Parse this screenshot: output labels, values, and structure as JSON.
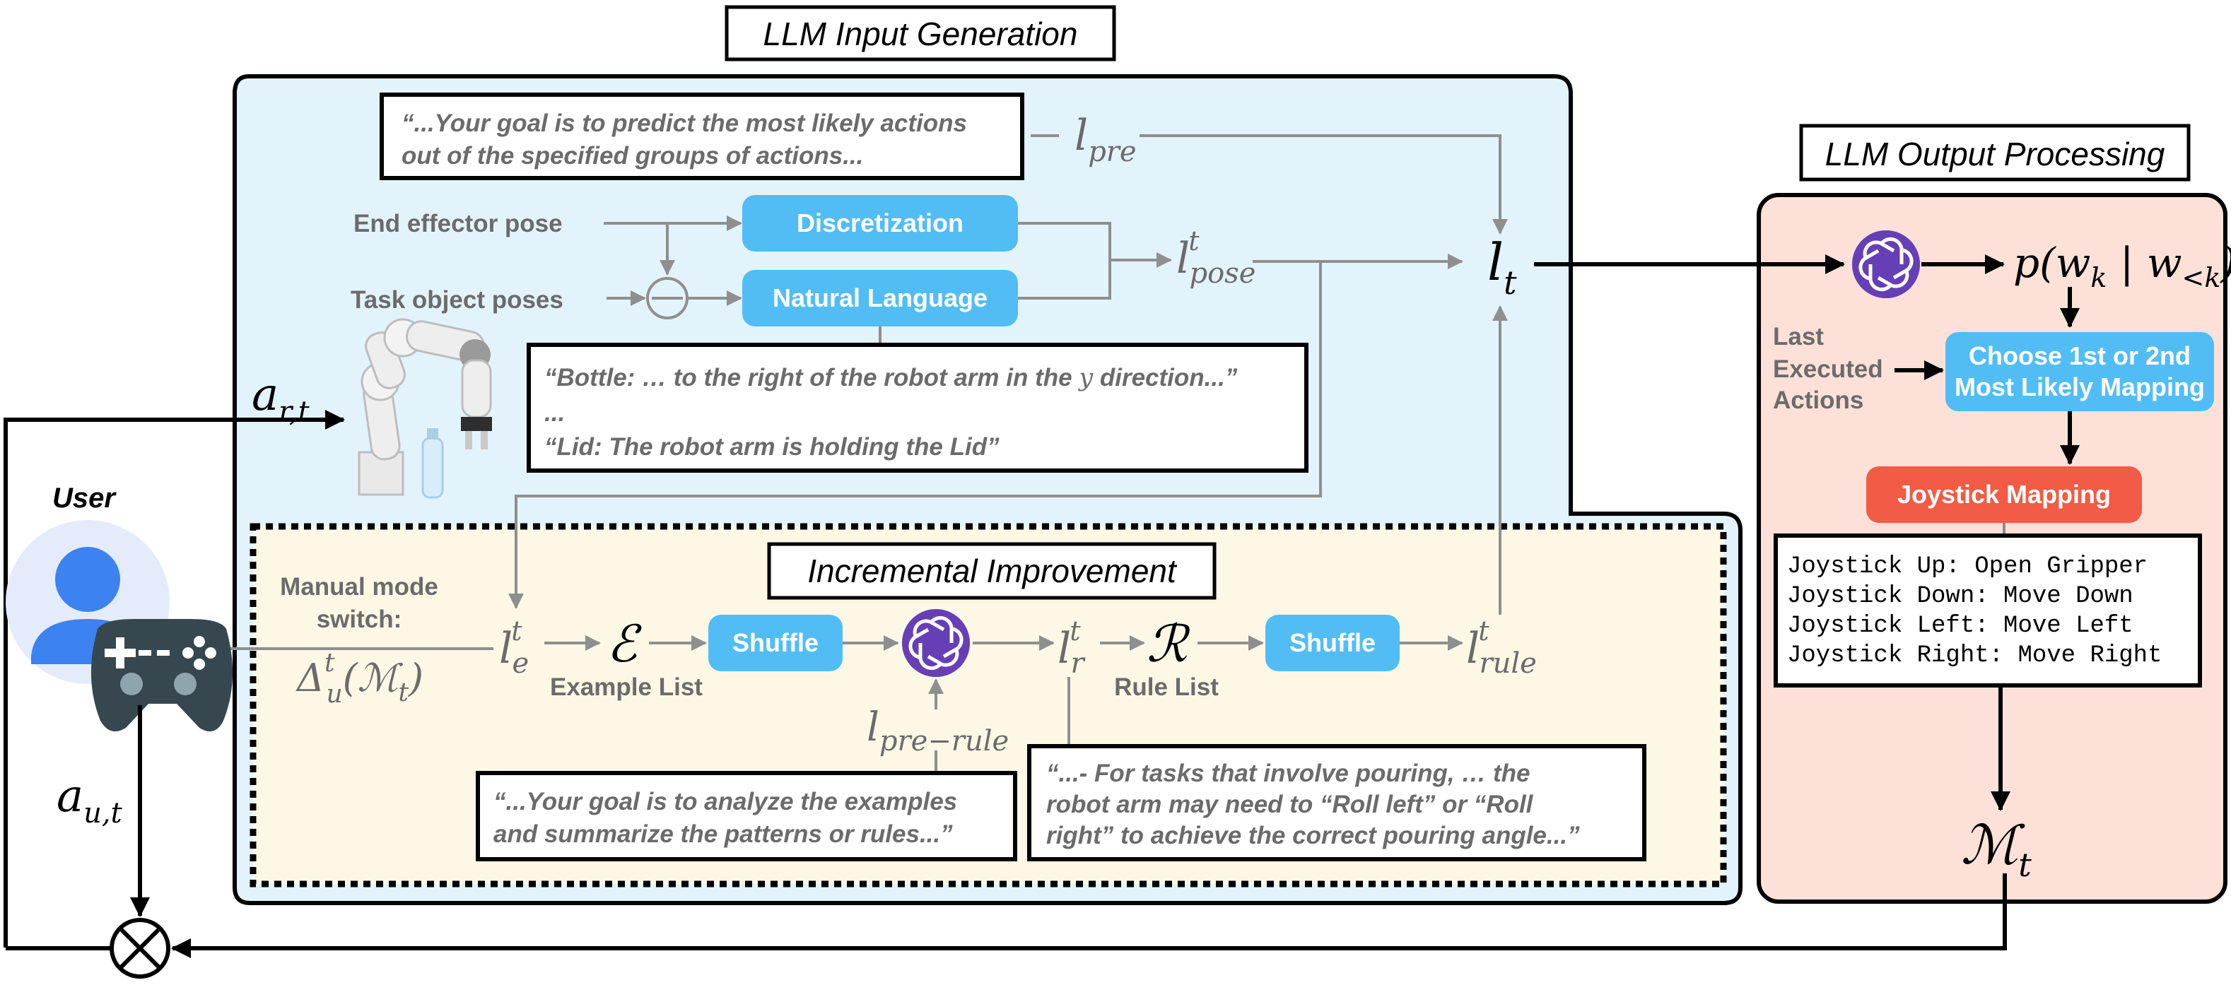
{
  "titles": {
    "input_generation": "LLM Input Generation",
    "output_processing": "LLM Output Processing",
    "incremental": "Incremental Improvement"
  },
  "prompts": {
    "pre_line1": "“...Your goal is to predict the most likely actions",
    "pre_line2": "out of the specified groups of actions...",
    "pose_line1": "“Bottle: … to the right of the robot arm in the",
    "pose_y": "y",
    "pose_line1_end": "direction...”",
    "pose_line2": "...",
    "pose_line3": "“Lid: The robot arm is holding the Lid”",
    "rule_pre_line1": "“...Your goal is to analyze the examples",
    "rule_pre_line2": "and summarize the patterns or rules...”",
    "rule_line1": "“...- For tasks that involve pouring, … the",
    "rule_line2": "robot arm may need to “Roll left” or “Roll",
    "rule_line3": "right” to achieve the correct pouring angle...”"
  },
  "labels": {
    "end_effector": "End effector pose",
    "task_objects": "Task object poses",
    "discretization": "Discretization",
    "natural_language": "Natural Language",
    "manual_switch_1": "Manual mode",
    "manual_switch_2": "switch:",
    "example_list": "Example List",
    "rule_list": "Rule List",
    "shuffle": "Shuffle",
    "user": "User",
    "last_executed_1": "Last",
    "last_executed_2": "Executed",
    "last_executed_3": "Actions",
    "choose_1": "Choose 1st or 2nd",
    "choose_2": "Most Likely Mapping",
    "joystick_mapping": "Joystick Mapping"
  },
  "mapping_table": [
    "Joystick Up: Open Gripper",
    "Joystick Down: Move Down",
    "Joystick Left: Move Left",
    "Joystick Right: Move Right"
  ],
  "symbols": {
    "l_pre": "l",
    "l_pre_sub": "pre",
    "l_pose": "l",
    "l_pose_sup": "t",
    "l_pose_sub": "pose",
    "l_t": "l",
    "l_t_sub": "t",
    "l_e": "l",
    "l_e_sup": "t",
    "l_e_sub": "e",
    "E": "ℰ",
    "l_r": "l",
    "l_r_sup": "t",
    "l_r_sub": "r",
    "R": "ℛ",
    "l_rule": "l",
    "l_rule_sup": "t",
    "l_rule_sub": "rule",
    "l_pre_rule": "l",
    "l_pre_rule_sub": "pre−rule",
    "delta": "Δ",
    "delta_sup": "t",
    "delta_sub": "u",
    "delta_arg": "(ℳ",
    "delta_arg_sub": "t",
    "delta_close": ")",
    "a_r": "a",
    "a_r_sub": "r,t",
    "a_u": "a",
    "a_u_sub": "u,t",
    "prob": "p(w",
    "prob_sub1": "k",
    "prob_mid": " | w",
    "prob_sub2": "<k",
    "prob_close": ")",
    "M": "ℳ",
    "M_sub": "t"
  },
  "colors": {
    "input_bg": "#e3f3fc",
    "incremental_bg": "#fdf8e6",
    "output_bg": "#fde1d8",
    "blue_box": "#52bdf5",
    "red_box": "#f25b45",
    "gray_line": "#8f8f8f"
  }
}
